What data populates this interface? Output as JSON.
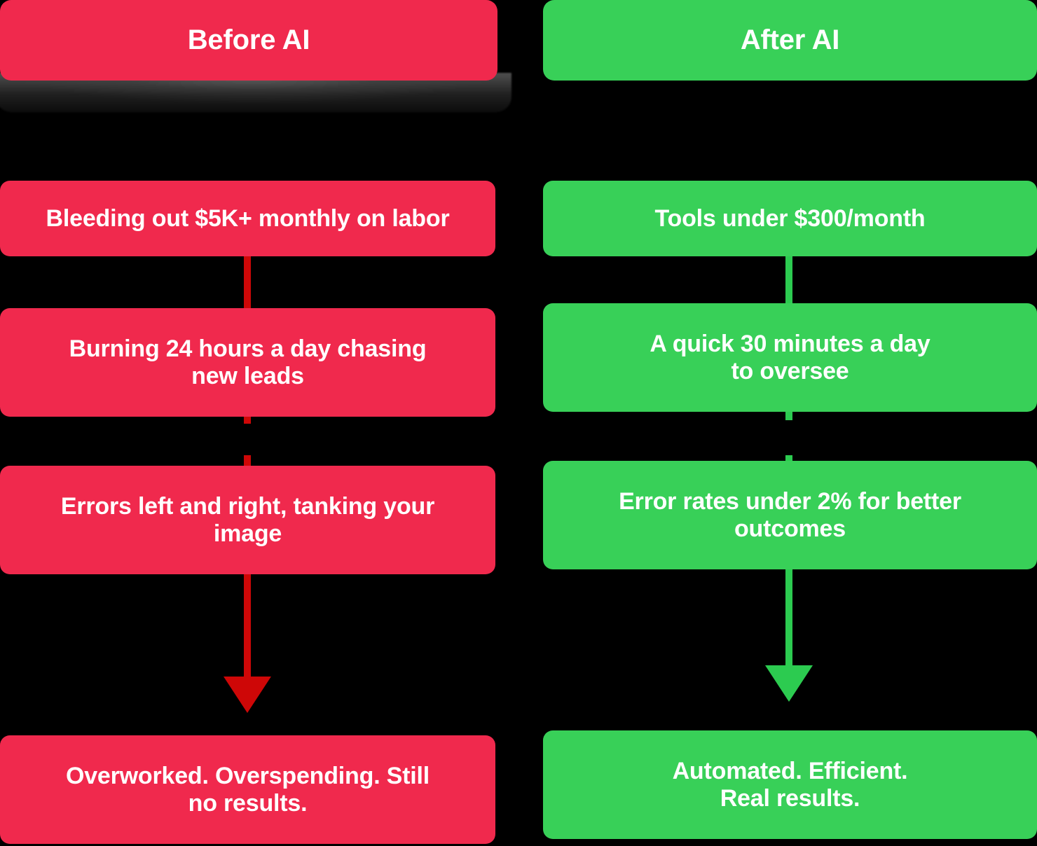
{
  "meta": {
    "background_color": "#000000",
    "red_color": "#F0294D",
    "green_color": "#38D058",
    "red_connector_color": "#CE0707",
    "green_connector_color": "#2CCB50",
    "text_color": "#FFFFFF"
  },
  "columns": {
    "before": {
      "header": "Before AI",
      "steps": [
        "Bleeding out $5K+ monthly on labor",
        "Burning 24 hours a day chasing\nnew leads",
        "Errors left and right, tanking your\nimage"
      ],
      "outcome": "Overworked. Overspending. Still\nno results."
    },
    "after": {
      "header": "After AI",
      "steps": [
        "Tools under $300/month",
        "A quick 30 minutes a day\nto oversee",
        "Error rates under 2% for better\noutcomes"
      ],
      "outcome": "Automated. Efficient.\nReal results."
    }
  }
}
